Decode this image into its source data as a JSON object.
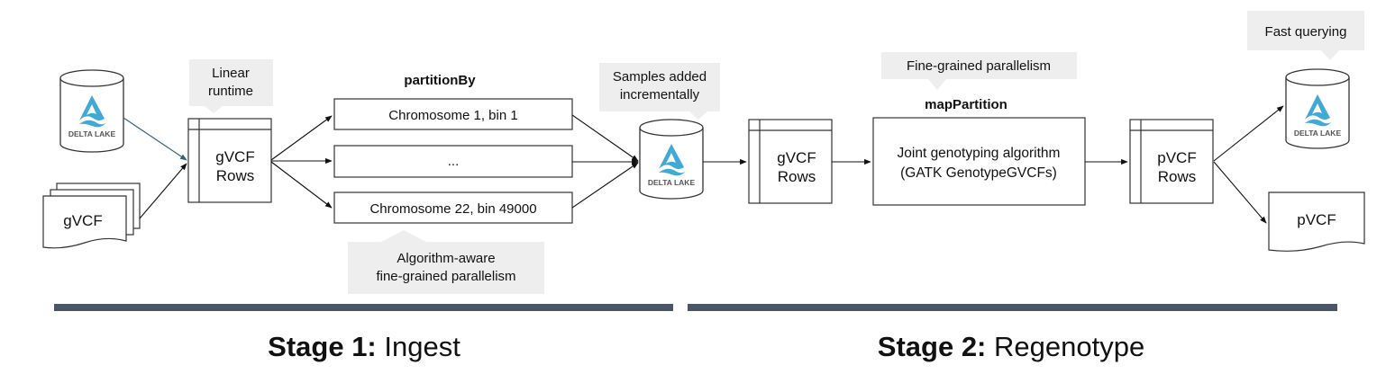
{
  "colors": {
    "stroke": "#333333",
    "callout_bg": "#eeeeee",
    "stage_bar": "#4a5568",
    "delta_blue": "#41a9d6",
    "delta_text": "#555555",
    "arrow_blue": "#34607f"
  },
  "stage1": {
    "inputs": {
      "delta_lake_label": "DELTA LAKE",
      "gvcf_files_label": "gVCF"
    },
    "callout_linear": [
      "Linear",
      "runtime"
    ],
    "rows_table": [
      "gVCF",
      "Rows"
    ],
    "partition_header": "partitionBy",
    "partitions": [
      "Chromosome 1, bin 1",
      "...",
      "Chromosome 22, bin 49000"
    ],
    "callout_algorithm": [
      "Algorithm-aware",
      "fine-grained parallelism"
    ],
    "callout_samples": [
      "Samples added",
      "incrementally"
    ],
    "output_delta_label": "DELTA LAKE",
    "title_bold": "Stage 1:",
    "title_rest": " Ingest"
  },
  "stage2": {
    "rows_table_in": [
      "gVCF",
      "Rows"
    ],
    "callout_fine": "Fine-grained parallelism",
    "map_header": "mapPartition",
    "algorithm_box": [
      "Joint genotyping algorithm",
      "(GATK GenotypeGVCFs)"
    ],
    "rows_table_out": [
      "pVCF",
      "Rows"
    ],
    "callout_fast": "Fast querying",
    "output_delta_label": "DELTA LAKE",
    "output_file_label": "pVCF",
    "title_bold": "Stage 2:",
    "title_rest": " Regenotype"
  }
}
